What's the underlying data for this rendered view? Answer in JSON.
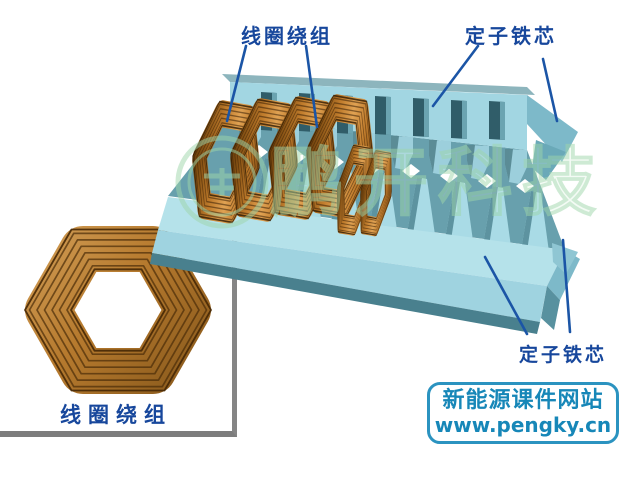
{
  "labels": {
    "coil_top": "线圈绕组",
    "stator_top": "定子铁芯",
    "stator_bottom": "定子铁芯",
    "inset_caption": "线圈绕组"
  },
  "website": {
    "line1": "新能源课件网站",
    "line2": "www.pengky.cn"
  },
  "watermark": {
    "text": "鹏开科技"
  },
  "colors": {
    "label_blue": "#17479c",
    "leader_blue": "#1b55a6",
    "website_teal": "#1787b8",
    "website_border": "#2b93c0",
    "stator_front": "#a2d6e2",
    "stator_top_face": "#b5e2ea",
    "stator_dark_edge": "#49808e",
    "slot_dark": "#305d69",
    "copper": "#c07c2c",
    "copper_dark": "#5e3608",
    "copper_light": "#e0a253",
    "watermark_green": "#9fd6ab",
    "inset_border": "#858585"
  }
}
